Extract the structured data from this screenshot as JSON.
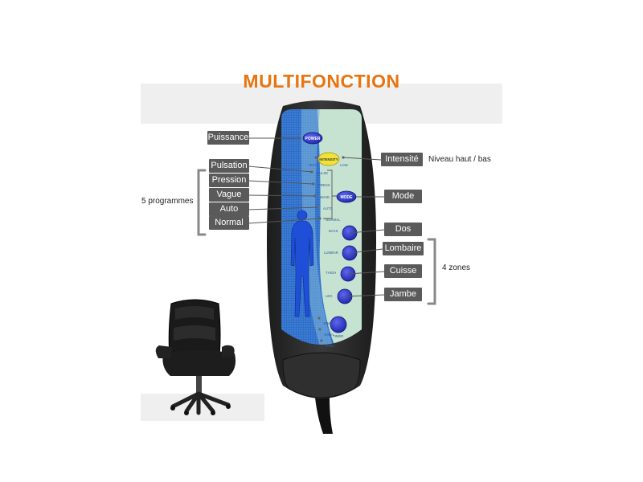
{
  "title": "MULTIFONCTION",
  "labels_left": {
    "puissance": "Puissance",
    "pulsation": "Pulsation",
    "pression": "Pression",
    "vague": "Vague",
    "auto": "Auto",
    "normal": "Normal"
  },
  "labels_right": {
    "intensite": "Intensité",
    "mode": "Mode",
    "dos": "Dos",
    "lombaire": "Lombaire",
    "cuisse": "Cuisse",
    "jambe": "Jambe"
  },
  "annotations": {
    "niveau": "Niveau haut / bas",
    "programmes": "5 programmes",
    "zones": "4 zones"
  },
  "remote": {
    "power": "POWER",
    "intensity": "INTENSITY",
    "high": "HIGH",
    "low": "LOW",
    "mode": "MODE",
    "pulse": "PULSE",
    "press": "PRESS",
    "wave": "WAVE",
    "auto": "AUTO",
    "normal": "NORMAL",
    "back": "BACK",
    "lumbar": "LUMBAR",
    "thigh": "THIGH",
    "leg": "LEG",
    "t15": "15Min",
    "t30": "30Min",
    "t60": "60Min",
    "timer": "TIMER"
  },
  "colors": {
    "accent": "#e8740f",
    "label_bg": "#5a5a5a",
    "button_blue": "#2a33c8",
    "panel_green": "#c6e3d2",
    "panel_blue": "#2d6ec9",
    "housing": "#2a2a2a"
  }
}
